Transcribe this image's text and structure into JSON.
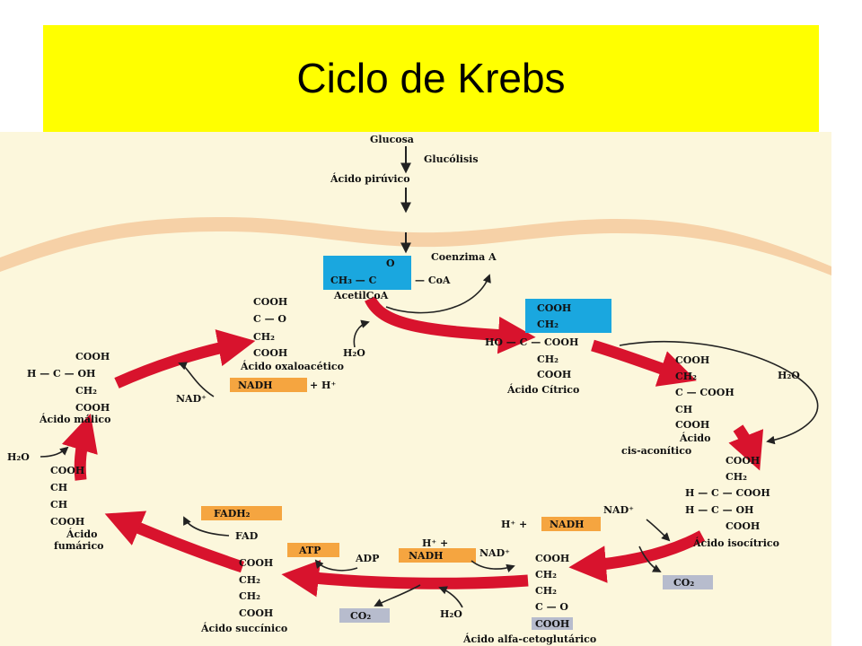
{
  "title": "Ciclo de Krebs",
  "colors": {
    "title_bg": "#ffff00",
    "diagram_bg": "#fcf7dc",
    "membrane": "#f4c79a",
    "arrow_red": "#d8132d",
    "acetyl_box": "#1aa7df",
    "nadh_box": "#f5a540",
    "co2_box": "#b7bccd"
  },
  "pathway": {
    "glucose": "Glucosa",
    "glycolysis": "Glucólisis",
    "pyruvic": "Ácido pirúvico",
    "coenzyme_a": "Coenzima A",
    "acetyl_o": "O",
    "acetyl_ch3": "CH₃ — C",
    "acetyl_coa_group": "— CoA",
    "acetyl_coa": "AcetilCoA"
  },
  "oxaloacetic": {
    "l1": "COOH",
    "l2": "C — O",
    "l3": "CH₂",
    "l4": "COOH",
    "name": "Ácido oxaloacético",
    "water": "H₂O",
    "nad": "NAD⁺",
    "nadh": "NADH",
    "hplus": "+ H⁺"
  },
  "citric": {
    "l1": "COOH",
    "l2": "CH₂",
    "l3": "HO — C — COOH",
    "l4": "CH₂",
    "l5": "COOH",
    "name": "Ácido Cítrico"
  },
  "cisaconitic": {
    "l1": "COOH",
    "l2": "CH₂",
    "l3": "C — COOH",
    "l4": "CH",
    "l5": "COOH",
    "name1": "Ácido",
    "name2": "cis-aconítico",
    "water": "H₂O"
  },
  "isocitric": {
    "l1": "COOH",
    "l2": "CH₂",
    "l3": "H — C — COOH",
    "l4": "H — C — OH",
    "l5": "COOH",
    "name": "Ácido isocítrico",
    "nad": "NAD⁺",
    "hplus": "H⁺ +",
    "nadh": "NADH",
    "co2": "CO₂"
  },
  "ketoglutaric": {
    "l1": "COOH",
    "l2": "CH₂",
    "l3": "CH₂",
    "l4": "C — O",
    "l5": "COOH",
    "name": "Ácido alfa-cetoglutárico",
    "hplus": "H⁺ +",
    "nadh": "NADH",
    "nad": "NAD⁺",
    "water": "H₂O",
    "co2": "CO₂"
  },
  "succinic": {
    "l1": "COOH",
    "l2": "CH₂",
    "l3": "CH₂",
    "l4": "COOH",
    "name": "Ácido succínico",
    "atp": "ATP",
    "adp": "ADP"
  },
  "fumaric": {
    "l1": "COOH",
    "l2": "CH",
    "l3": "CH",
    "l4": "COOH",
    "name1": "Ácido",
    "name2": "fumárico",
    "fadh": "FADH₂",
    "fad": "FAD",
    "water": "H₂O"
  },
  "malic": {
    "l1": "COOH",
    "l2": "H — C — OH",
    "l3": "CH₂",
    "l4": "COOH",
    "name": "Ácido málico"
  }
}
